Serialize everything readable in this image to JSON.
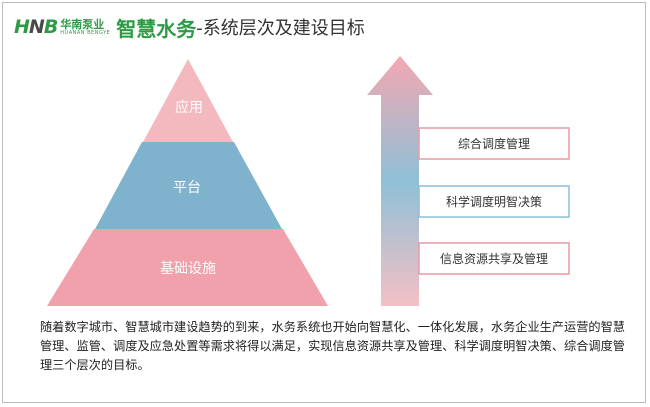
{
  "header": {
    "logo_mark": "HNB",
    "logo_cn": "华南泵业",
    "logo_en": "HUANAN BENGYE",
    "title_brand": "智慧水务",
    "title_rest": "-系统层次及建设目标"
  },
  "pyramid": {
    "levels": [
      {
        "label": "应用",
        "color": "#f4b8bf"
      },
      {
        "label": "平台",
        "color": "#7fb3cd"
      },
      {
        "label": "基础设施",
        "color": "#f1a1ab"
      }
    ]
  },
  "goals": {
    "items": [
      {
        "label": "综合调度管理",
        "border": "#e89aa3"
      },
      {
        "label": "科学调度明智决策",
        "border": "#8cbfd6"
      },
      {
        "label": "信息资源共享及管理",
        "border": "#e89aa3"
      }
    ]
  },
  "description": "随着数字城市、智慧城市建设趋势的到来，水务系统也开始向智慧化、一体化发展，水务企业生产运营的智慧管理、监管、调度及应急处置等需求将得以满足，实现信息资源共享及管理、科学调度明智决策、综合调度管理三个层次的目标。"
}
